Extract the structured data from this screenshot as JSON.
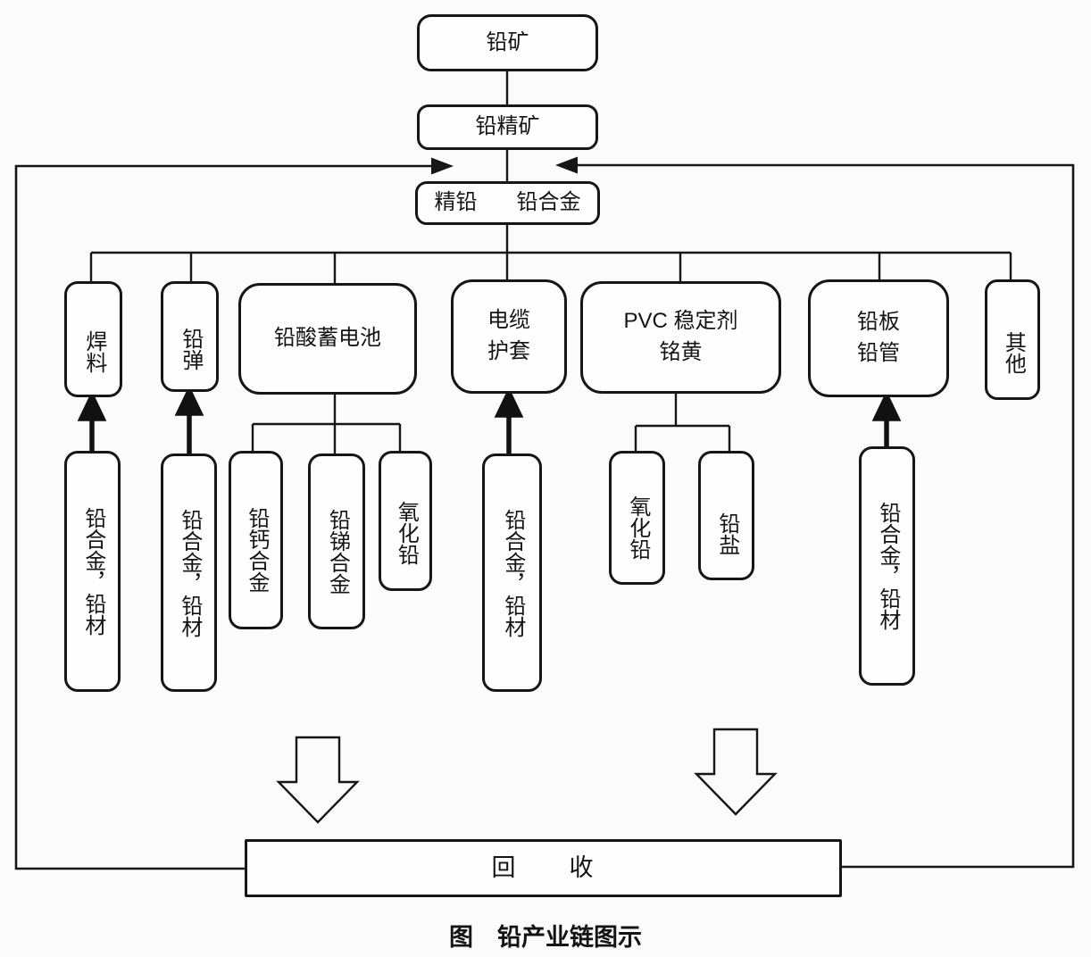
{
  "diagram": {
    "caption": "图　铅产业链图示",
    "top_chain": {
      "ore": "铅矿",
      "concentrate": "铅精矿",
      "refined_lead": "精铅",
      "lead_alloy": "铅合金"
    },
    "products": {
      "solder": "焊料",
      "bullet": "铅弹",
      "battery": "铅酸蓄电池",
      "cable": "电缆\n护套",
      "pvc_stabilizer": "PVC 稳定剂\n铭黄",
      "plate_pipe": "铅板\n铅管",
      "other": "其他"
    },
    "materials": {
      "alloy_for_solder": "铅合金，铅材",
      "alloy_for_bullet": "铅合金，铅材",
      "lead_calcium_alloy": "铅钙合金",
      "lead_antimony_alloy": "铅锑合金",
      "lead_oxide_battery": "氧化铅",
      "alloy_for_cable": "铅合金，铅材",
      "lead_oxide_pvc": "氧化铅",
      "lead_salt": "铅盐",
      "alloy_for_plate": "铅合金，铅材"
    },
    "recycle": "回　　收"
  },
  "colors": {
    "background": "#fbfbfb",
    "box_fill": "#fefefe",
    "line": "#161616"
  }
}
